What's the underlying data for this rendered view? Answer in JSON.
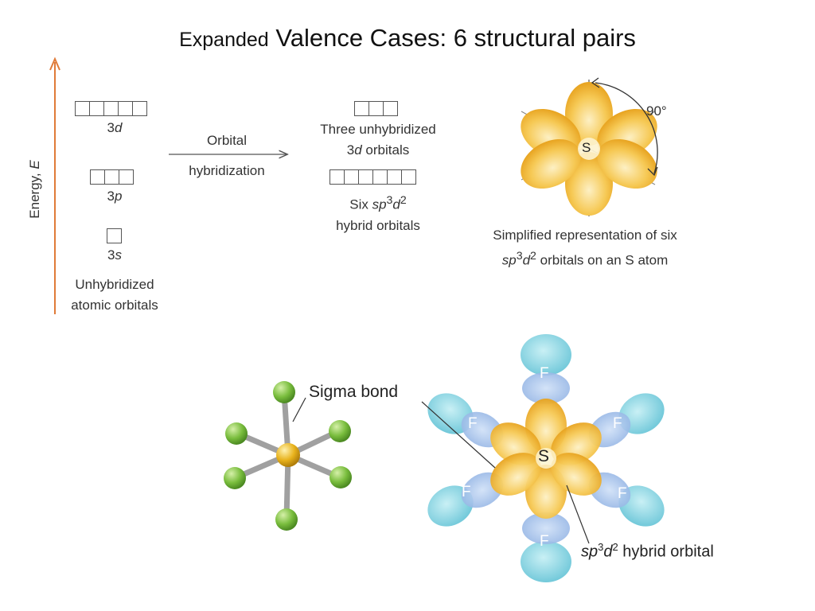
{
  "title_prefix": "Expanded",
  "title_main": "Valence Cases: 6 structural pairs",
  "energy": {
    "label": "Energy, ",
    "var": "E"
  },
  "left_levels": {
    "d": {
      "num": "3",
      "sub": "d",
      "boxes": 5
    },
    "p": {
      "num": "3",
      "sub": "p",
      "boxes": 3
    },
    "s": {
      "num": "3",
      "sub": "s",
      "boxes": 1
    }
  },
  "unhybridized": {
    "line1": "Unhybridized",
    "line2": "atomic orbitals"
  },
  "arrow_label": {
    "line1": "Orbital",
    "line2": "hybridization"
  },
  "right_levels": {
    "unhyb": {
      "line1": "Three unhybridized",
      "line2_num": "3",
      "line2_var": "d",
      "line2_rest": " orbitals",
      "boxes": 3
    },
    "hyb": {
      "line1_pre": "Six ",
      "line1_sp": "sp",
      "line1_sup1": "3",
      "line1_d": "d",
      "line1_sup2": "2",
      "line2": "hybrid orbitals",
      "boxes": 6
    }
  },
  "simplified": {
    "angle": "90°",
    "atom": "S",
    "caption_line1": "Simplified representation of six",
    "cap_sp": "sp",
    "cap_sup1": "3",
    "cap_d": "d",
    "cap_sup2": "2",
    "cap_rest": " orbitals on an S atom"
  },
  "bottom": {
    "sigma_bond": "Sigma bond",
    "central_atom": "S",
    "ligand": "F",
    "hybrid_sp": "sp",
    "hybrid_sup1": "3",
    "hybrid_d": "d",
    "hybrid_sup2": "2",
    "hybrid_rest": " hybrid orbital"
  },
  "colors": {
    "orbital_gold": "#f2b632",
    "orbital_light": "#fbe6a6",
    "fluorine_cyan": "#7fd3e0",
    "fluorine_blue": "#9cbde8",
    "ball_green": "#7cc043",
    "ball_gold": "#e8b21c",
    "rod_gray": "#9a9a9a",
    "energy_arrow": "#e07b39"
  }
}
